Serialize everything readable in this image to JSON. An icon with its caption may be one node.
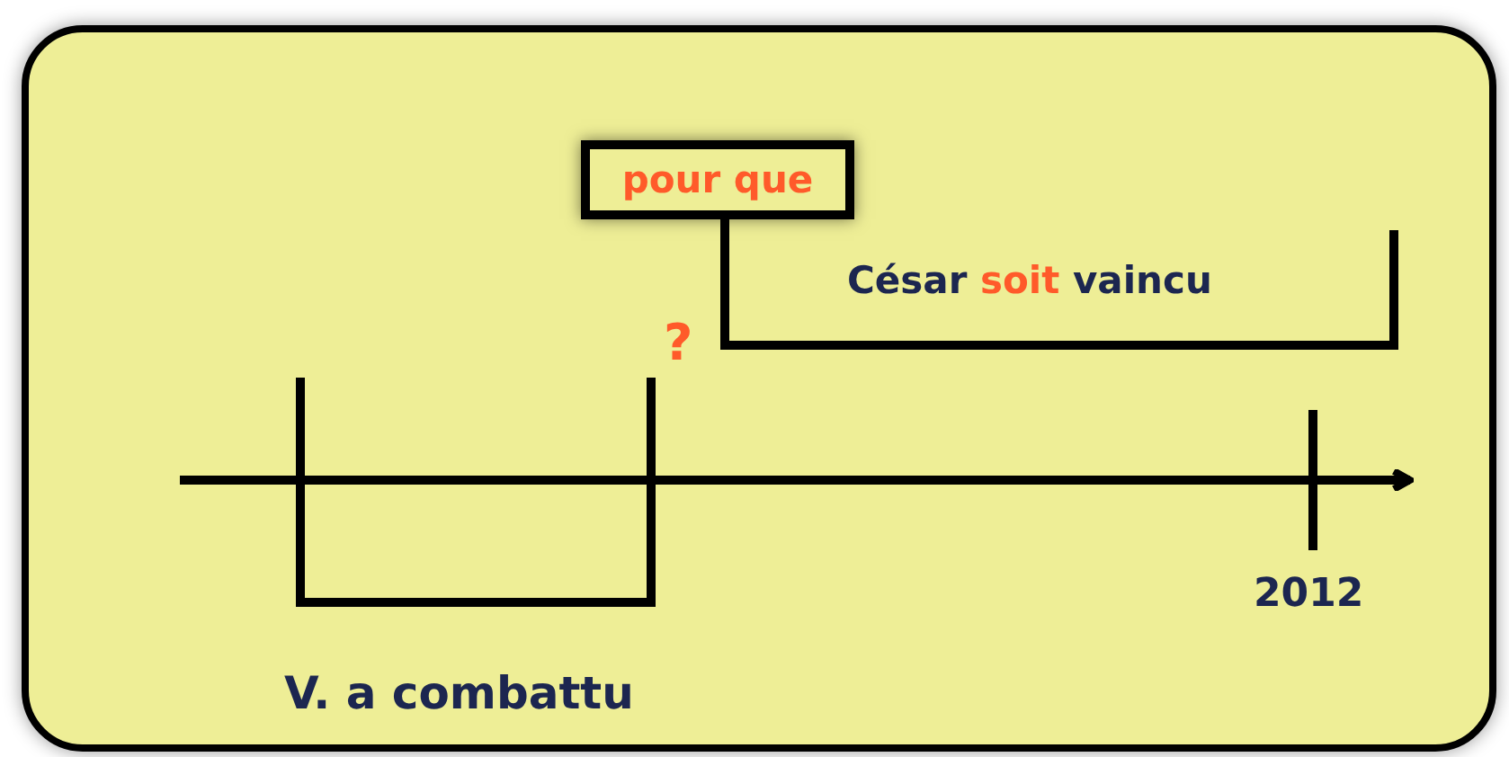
{
  "diagram": {
    "nodes": [
      {
        "text": [
          "pour que"
        ]
      },
      {
        "text": [
          "César soit vaincu"
        ]
      },
      {
        "text": [
          "V. a combattu"
        ]
      }
    ],
    "edges": [
      {
        "from": 0,
        "to": 1,
        "arrow": "none"
      }
    ],
    "labels": [
      "?",
      "2012"
    ]
  }
}
